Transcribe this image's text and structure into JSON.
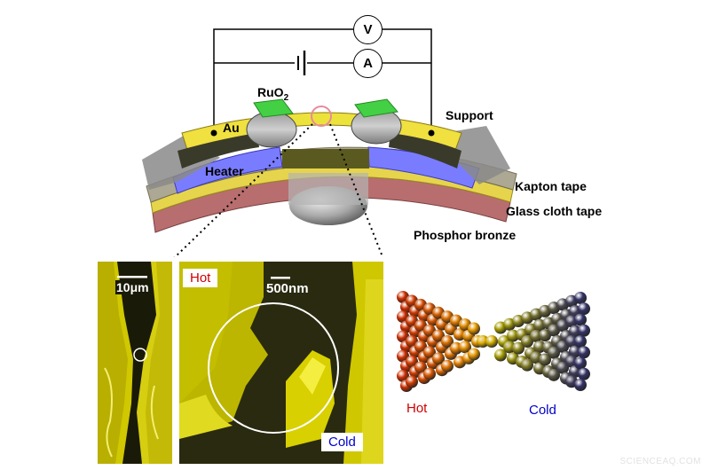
{
  "circuit": {
    "voltmeter_label": "V",
    "ammeter_label": "A"
  },
  "device_labels": {
    "ruo2": "RuO",
    "ruo2_sub": "2",
    "au": "Au",
    "support": "Support",
    "heater": "Heater",
    "kapton": "Kapton tape",
    "glass": "Glass cloth tape",
    "phosphor": "Phosphor bronze"
  },
  "sem_panels": {
    "left_scale": "10μm",
    "right_scale": "500nm",
    "hot_label": "Hot",
    "cold_label": "Cold"
  },
  "model": {
    "hot_label": "Hot",
    "cold_label": "Cold"
  },
  "colors": {
    "hot": "#d00000",
    "cold": "#0000cc",
    "au_yellow": "#f0e040",
    "ruo2_green": "#44d044",
    "heater_blue": "#7a7cff",
    "sem_yellow": "#d8d000"
  },
  "watermark": "SCIENCEAQ.COM"
}
